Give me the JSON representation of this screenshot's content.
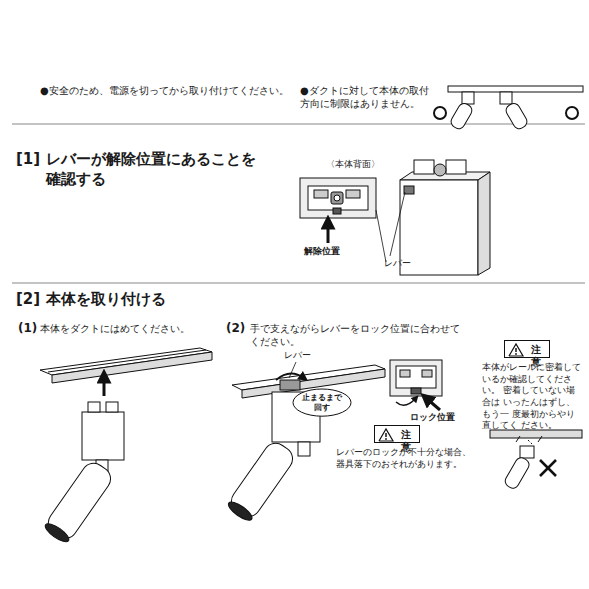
{
  "diagram": {
    "nodes": [
      {
        "text": [
          "止まるまで 回す"
        ]
      },
      {
        "text": [
          "注意"
        ]
      },
      {
        "text": [
          "注意"
        ]
      }
    ],
    "labels": [
      "●安全のため、電源を切ってから取り付けてください。",
      "●ダクトに対して本体の取付 方向に制限はありません。",
      "[1]",
      "レバーが解除位置にあることを 確認する",
      "〈本体背面〉",
      "解除位置",
      "レバー",
      "[2]",
      "本体を取り付ける",
      "(1)",
      "本体をダクトにはめてください。",
      "(2)",
      "手で支えながらレバーをロック位置に合わせて ください。",
      "レバー",
      "ロック位置",
      "レバーのロックが不十分な場合、 器具落下のおそれがあります。",
      "本体がレールに密着して いるか確認してください。 密着していない場合は いったんはずし、もう一 度最初からやり直してく ださい。"
    ]
  }
}
